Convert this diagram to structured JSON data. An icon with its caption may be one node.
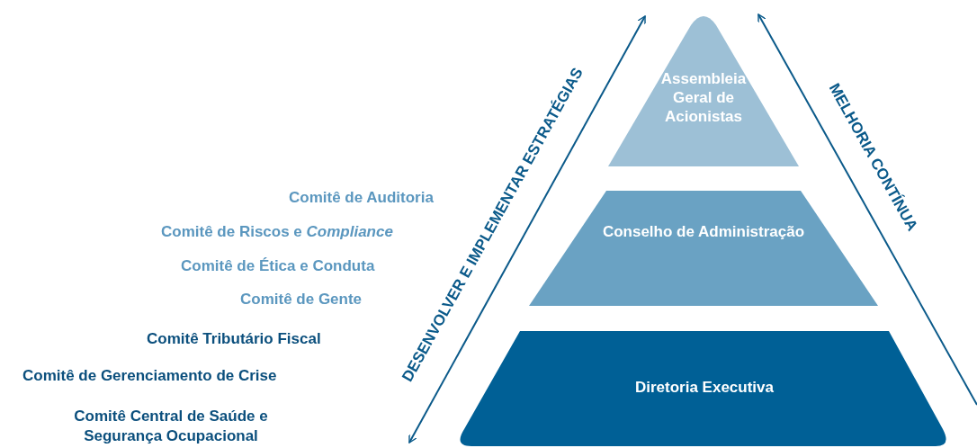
{
  "diagram": {
    "nodes": [
      {
        "text": [
          "Assembleia Geral de Acionistas"
        ]
      },
      {
        "text": [
          "Conselho de Administração"
        ]
      },
      {
        "text": [
          "Diretoria Executiva"
        ]
      }
    ],
    "labels": [
      "DESENVOLVER E IMPLEMENTAR ESTRATÉGIAS",
      "MELHORIA CONTÍNUA",
      "Comitê de Auditoria",
      "Comitê de Riscos e *Compliance*",
      "Comitê de Ética e Conduta",
      "Comitê de Gente",
      "Comitê Tributário Fiscal",
      "Comitê de Gerenciamento de Crise",
      "Comitê Central de Saúde e Segurança Ocupacional"
    ]
  }
}
